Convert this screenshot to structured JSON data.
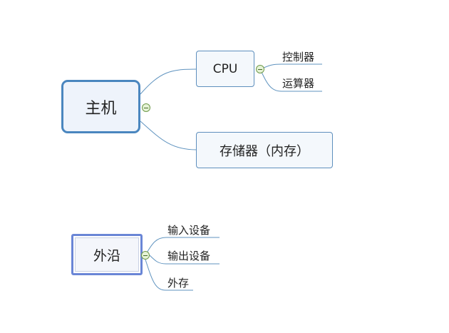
{
  "diagram": {
    "main_host": {
      "label": "主机",
      "children": [
        {
          "label": "CPU",
          "children": [
            {
              "label": "控制器"
            },
            {
              "label": "运算器"
            }
          ]
        },
        {
          "label": "存储器（内存）"
        }
      ]
    },
    "peripherals": {
      "label": "外沿",
      "children": [
        {
          "label": "输入设备"
        },
        {
          "label": "输出设备"
        },
        {
          "label": "外存"
        }
      ]
    },
    "colors": {
      "connector": "#5f93bf",
      "root_border": "#4a86bf",
      "root2_border": "#6a86d6",
      "collapse_fill": "#e6f3d6",
      "collapse_border": "#6f9a4a"
    }
  }
}
